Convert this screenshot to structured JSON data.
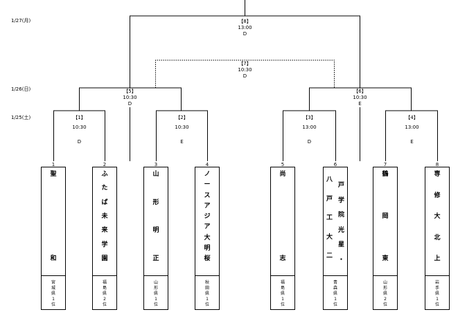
{
  "dates": {
    "jan27": "1/27(月)",
    "jan26": "1/26(日)",
    "jan25": "1/25(土)"
  },
  "matches": {
    "m8": {
      "no": "【8】",
      "time": "13:00",
      "court": "D"
    },
    "m7": {
      "no": "【7】",
      "time": "10:30",
      "court": "D"
    },
    "m5": {
      "no": "【5】",
      "time": "10:30",
      "court": "D"
    },
    "m6": {
      "no": "【6】",
      "time": "10:30",
      "court": "E"
    },
    "m1": {
      "no": "【1】",
      "time": "10:30",
      "court": "D"
    },
    "m2": {
      "no": "【2】",
      "time": "10:30",
      "court": "E"
    },
    "m3": {
      "no": "【3】",
      "time": "13:00",
      "court": "D"
    },
    "m4": {
      "no": "【4】",
      "time": "13:00",
      "court": "E"
    }
  },
  "teams": [
    {
      "no": "1",
      "name": "聖和",
      "pref": "宮城県1位"
    },
    {
      "no": "2",
      "name": "ふたば未来学園",
      "pref": "福島県2位"
    },
    {
      "no": "3",
      "name": "山形明正",
      "pref": "山形県1位"
    },
    {
      "no": "4",
      "name": "ノースアジア大明桜",
      "pref": "秋田県1位"
    },
    {
      "no": "5",
      "name": "尚志",
      "pref": "福島県1位"
    },
    {
      "no": "6",
      "name_col1": "八戸工大二",
      "name_col2": "戸学院光星・",
      "pref": "青森県1位"
    },
    {
      "no": "7",
      "name": "鶴岡東",
      "pref": "山形県2位"
    },
    {
      "no": "8",
      "name": "専修大北上",
      "pref": "岩手県1位"
    }
  ]
}
